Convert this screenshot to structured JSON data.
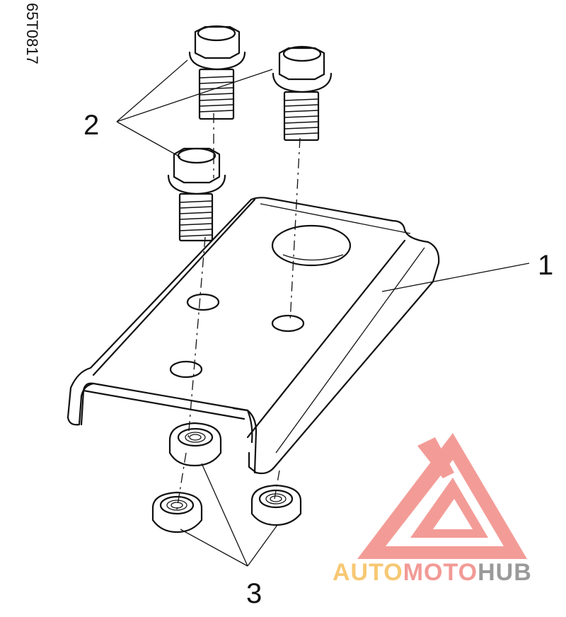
{
  "drawing_code": "65T0817",
  "callouts": [
    "1",
    "2",
    "3"
  ],
  "watermark": {
    "brand_part1": "AUTO",
    "brand_part2": "MOTO",
    "brand_part3": "HUB",
    "color_auto": "#f7c873",
    "color_moto": "#f29a96",
    "color_hub": "#9a9a9a",
    "logo_color": "#f28b86"
  }
}
